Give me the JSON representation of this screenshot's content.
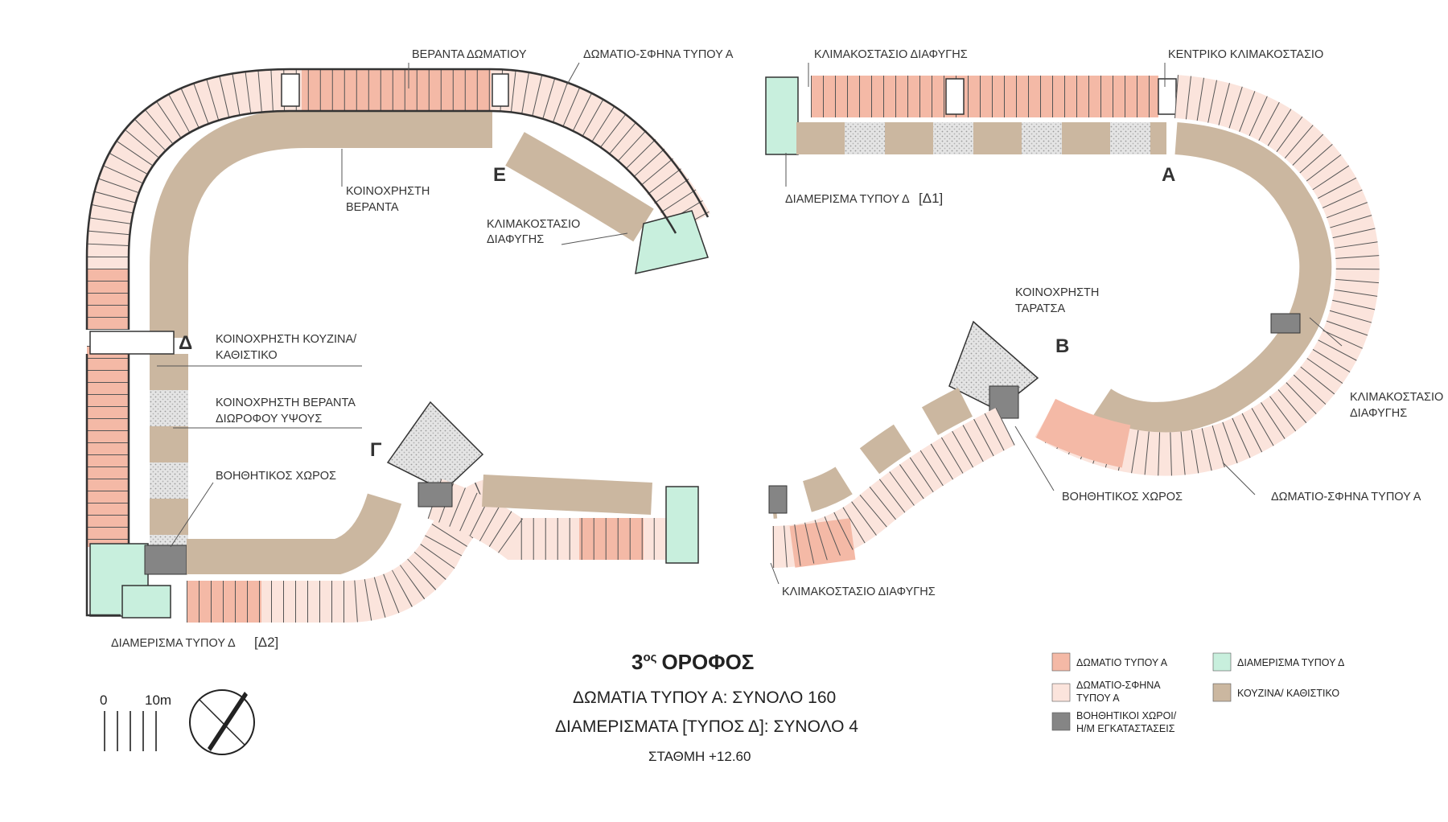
{
  "plan": {
    "title_main": "3",
    "title_sup": "ος",
    "title_rest": "ΟΡΟΦΟΣ",
    "summary_rooms": "ΔΩΜΑΤΙΑ ΤΥΠΟΥ Α: ΣΥΝΟΛΟ 160",
    "summary_apartments": "ΔΙΑΜΕΡΙΣΜΑΤΑ [ΤΥΠΟΣ Δ]: ΣΥΝΟΛΟ 4",
    "level": "ΣΤΑΘΜΗ +12.60"
  },
  "labels": {
    "veranta_domatiou": "ΒΕΡΑΝΤΑ ΔΩΜΑΤΙΟΥ",
    "domatio_sfina_top": "ΔΩΜΑΤΙΟ-ΣΦΗΝΑ ΤΥΠΟΥ Α",
    "koinoxristi_veranta_1": "ΚΟΙΝΟΧΡΗΣΤΗ",
    "koinoxristi_veranta_2": "ΒΕΡΑΝΤΑ",
    "klimakostasio_e_1": "ΚΛΙΜΑΚΟΣΤΑΣΙΟ",
    "klimakostasio_e_2": "ΔΙΑΦΥΓΗΣ",
    "kouzina_1": "ΚΟΙΝΟΧΡΗΣΤΗ ΚΟΥΖΙΝΑ/",
    "kouzina_2": "ΚΑΘΙΣΤΙΚΟ",
    "diorofi_1": "ΚΟΙΝΟΧΡΗΣΤΗ ΒΕΡΑΝΤΑ",
    "diorofi_2": "ΔΙΩΡΟΦΟΥ ΥΨΟΥΣ",
    "voithitikos_left": "ΒΟΗΘΗΤΙΚΟΣ ΧΩΡΟΣ",
    "diamerisma_d2": "ΔΙΑΜΕΡΙΣΜΑ ΤΥΠΟΥ Δ",
    "d2_tag": "[Δ2]",
    "klimak_top_right": "ΚΛΙΜΑΚΟΣΤΑΣΙΟ ΔΙΑΦΥΓΗΣ",
    "kentriko": "ΚΕΝΤΡΙΚΟ ΚΛΙΜΑΚΟΣΤΑΣΙΟ",
    "diamerisma_d1": "ΔΙΑΜΕΡΙΣΜΑ ΤΥΠΟΥ Δ",
    "d1_tag": "[Δ1]",
    "taratsa_1": "ΚΟΙΝΟΧΡΗΣΤΗ",
    "taratsa_2": "ΤΑΡΑΤΣΑ",
    "klimak_right_1": "ΚΛΙΜΑΚΟΣΤΑΣΙΟ",
    "klimak_right_2": "ΔΙΑΦΥΓΗΣ",
    "voithitikos_right": "ΒΟΗΘΗΤΙΚΟΣ ΧΩΡΟΣ",
    "domatio_sfina_right": "ΔΩΜΑΤΙΟ-ΣΦΗΝΑ ΤΥΠΟΥ Α",
    "klimak_bottom_right": "ΚΛΙΜΑΚΟΣΤΑΣΙΟ ΔΙΑΦΥΓΗΣ"
  },
  "section_markers": {
    "A": "Α",
    "B": "Β",
    "G": "Γ",
    "D": "Δ",
    "E": "Ε"
  },
  "legend": {
    "room_a": "ΔΩΜΑΤΙΟ ΤΥΠΟΥ Α",
    "wedge_1": "ΔΩΜΑΤΙΟ-ΣΦΗΝΑ",
    "wedge_2": "ΤΥΠΟΥ Α",
    "aux_1": "ΒΟΗΘΗΤΙΚΟΙ ΧΩΡΟΙ/",
    "aux_2": "Η/Μ ΕΓΚΑΤΑΣΤΑΣΕΙΣ",
    "apt_d": "ΔΙΑΜΕΡΙΣΜΑ ΤΥΠΟΥ Δ",
    "kitchen": "ΚΟΥΖΙΝΑ/ ΚΑΘΙΣΤΙΚΟ"
  },
  "scale_bar": {
    "start": "0",
    "end": "10m"
  },
  "colors": {
    "room_a": "#f4b9a6",
    "wedge_a": "#fbe4dc",
    "aux": "#858585",
    "apt_d": "#c8efdd",
    "kitchen": "#cbb7a0",
    "terrace": "#e2e2e2",
    "wall": "#333333"
  }
}
